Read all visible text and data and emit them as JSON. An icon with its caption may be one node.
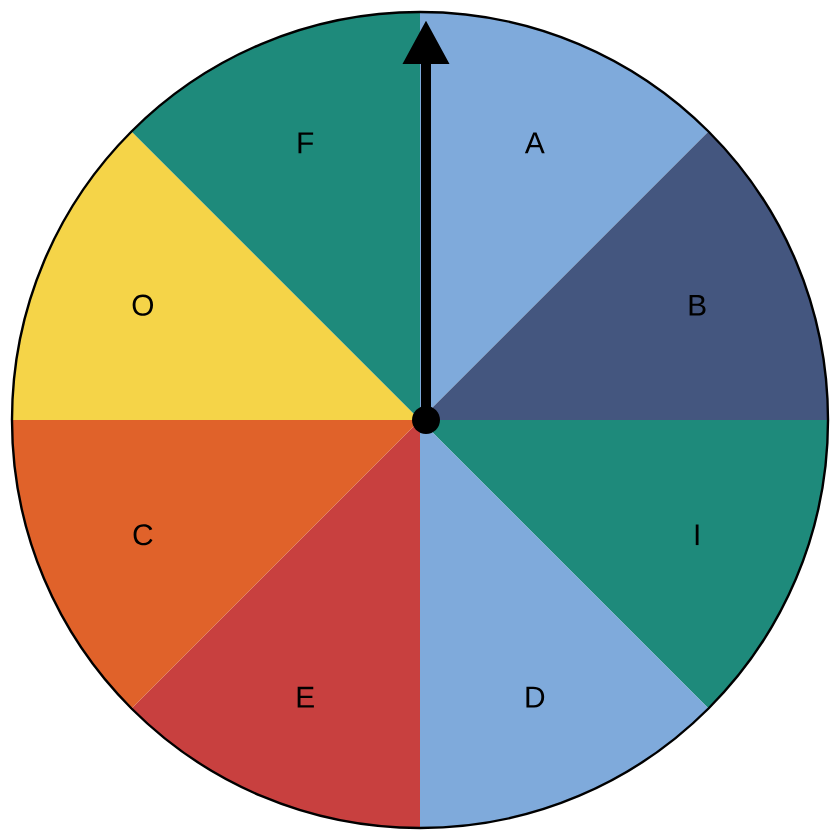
{
  "diagram": {
    "nodes": [
      {
        "text": [
          "A"
        ]
      },
      {
        "text": [
          "B"
        ]
      },
      {
        "text": [
          "I"
        ]
      },
      {
        "text": [
          "D"
        ]
      },
      {
        "text": [
          "E"
        ]
      },
      {
        "text": [
          "C"
        ]
      },
      {
        "text": [
          "O"
        ]
      },
      {
        "text": [
          "F"
        ]
      }
    ]
  }
}
